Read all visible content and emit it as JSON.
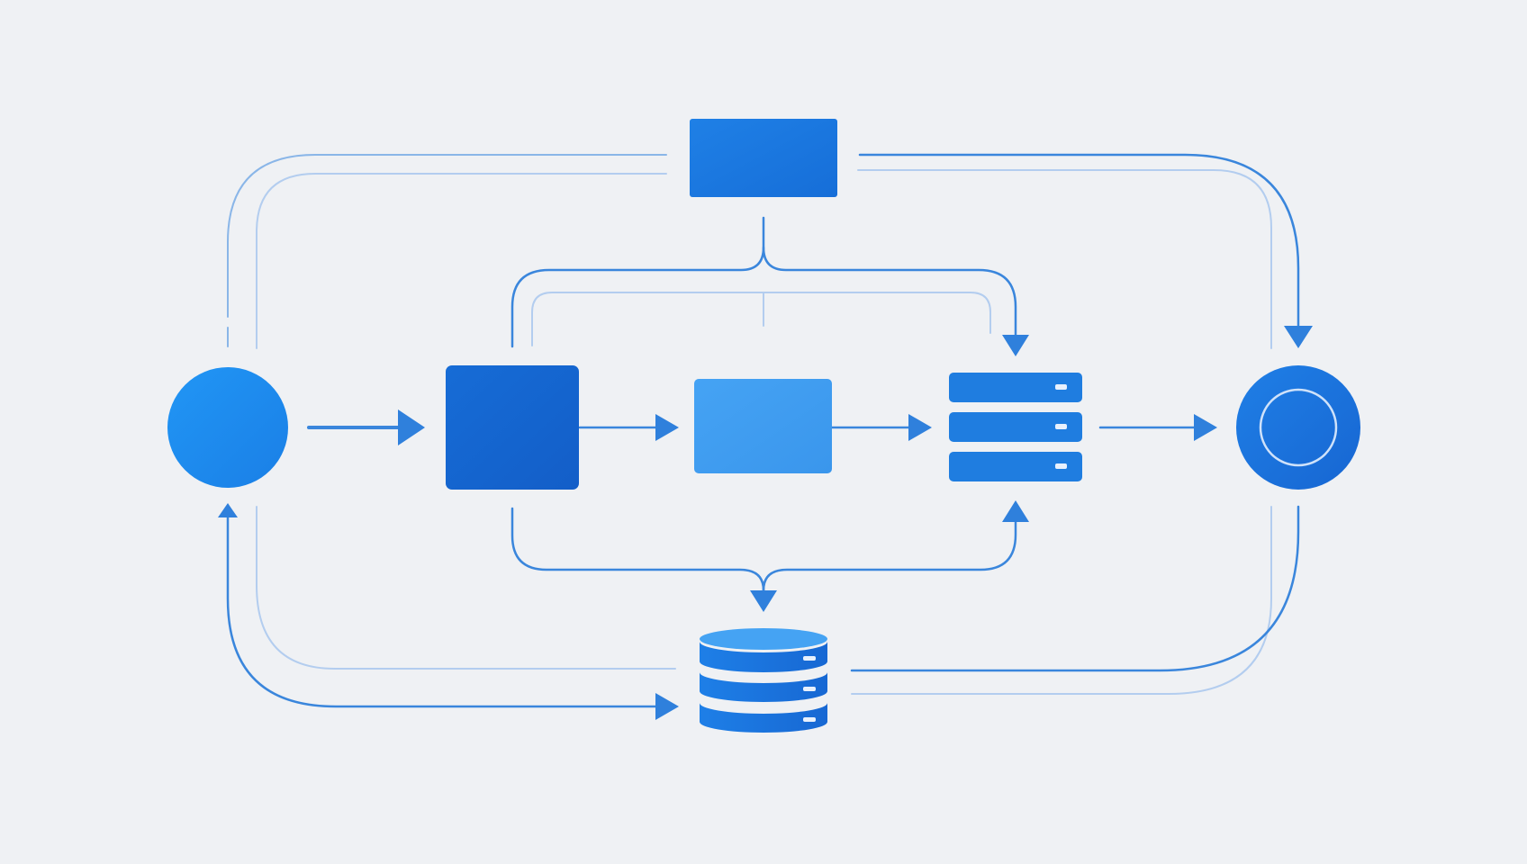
{
  "diagram": {
    "labels": [],
    "colors": {
      "background": "#eff1f4",
      "line_primary": "#3a86dc",
      "line_faint": "#a9c7ec",
      "node_start": "#1e8ff0",
      "node_top": "#1a78e0",
      "node_process": "#1565cf",
      "node_middle": "#42a0f2",
      "node_server": "#1f7de0",
      "node_end": "#1a6fd8",
      "node_database": "#1f7fe6",
      "database_top": "#45a3f3",
      "slot": "#e8f1fd"
    },
    "nodes": [
      {
        "id": "start",
        "shape": "circle",
        "icon": "circle-icon"
      },
      {
        "id": "top-block",
        "shape": "rectangle",
        "icon": "rectangle-icon"
      },
      {
        "id": "process-block",
        "shape": "square",
        "icon": "square-icon"
      },
      {
        "id": "middle-block",
        "shape": "rectangle",
        "icon": "rectangle-icon"
      },
      {
        "id": "server-stack",
        "shape": "server",
        "icon": "server-icon",
        "units": 3
      },
      {
        "id": "end",
        "shape": "ring",
        "icon": "target-icon"
      },
      {
        "id": "database",
        "shape": "cylinder",
        "icon": "database-icon",
        "layers": 3
      }
    ],
    "connections": [
      {
        "from": "start",
        "to": "process-block"
      },
      {
        "from": "process-block",
        "to": "middle-block"
      },
      {
        "from": "middle-block",
        "to": "server-stack"
      },
      {
        "from": "server-stack",
        "to": "end"
      },
      {
        "from": "top-block",
        "to": "end"
      },
      {
        "from": "top-block",
        "to": "start"
      },
      {
        "from": "top-block",
        "to": "server-stack"
      },
      {
        "from": "process-block",
        "to": "database"
      },
      {
        "from": "database",
        "to": "server-stack"
      },
      {
        "from": "start",
        "to": "database"
      },
      {
        "from": "database",
        "to": "start"
      },
      {
        "from": "end",
        "to": "database"
      }
    ]
  }
}
